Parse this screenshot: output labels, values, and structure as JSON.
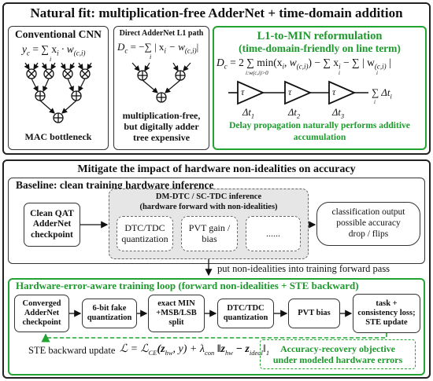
{
  "title": "Natural fit: multiplication-free AdderNet + time-domain addition",
  "top": {
    "cnn": {
      "title": "Conventional CNN",
      "formula_lhs": "y",
      "formula_lhs_sub": "c",
      "formula_rhs": "= ∑ x",
      "formula_rhs_sub": "i",
      "formula_rhs_tail": "· w",
      "formula_rhs_tail_sub": "(c,i)",
      "formula_sum_index": "i",
      "caption": "MAC bottleneck"
    },
    "addernet": {
      "title": "Direct AdderNet L1 path",
      "formula_lhs": "D",
      "formula_lhs_sub": "c",
      "formula_rhs": "= −∑ | x",
      "formula_rhs_sub": "i",
      "formula_rhs_tail": "− w",
      "formula_rhs_tail_sub": "(c,i)",
      "formula_rhs_end": "|",
      "formula_sum_index": "i",
      "caption_line1": "multiplication-free,",
      "caption_line2": "but digitally adder",
      "caption_line3": "tree expensive"
    },
    "l1min": {
      "title_line1": "L1-to-MIN reformulation",
      "title_line2": "(time-domain-friendly on line term)",
      "formula": "D",
      "formula_sub": "c",
      "formula_rest": "= 2 ∑ min(x",
      "formula_rest2": ", w",
      "formula_rest3": ") − ∑ x",
      "formula_rest4": " − ∑ | w",
      "formula_rest5": " |",
      "sum_index_1": "i:w(c,i)>0",
      "sum_index_2": "i",
      "sum_index_3": "i",
      "delays": [
        "Δt1",
        "Δt2",
        "Δt3"
      ],
      "delay_labels": [
        {
          "main": "Δt",
          "sub": "1"
        },
        {
          "main": "Δt",
          "sub": "2"
        },
        {
          "main": "Δt",
          "sub": "3"
        }
      ],
      "tau": "τ",
      "sum_delay": "∑ Δt",
      "sum_delay_sub": "i",
      "sum_delay_index": "i",
      "caption_line1": "Delay propagation naturally performs additive",
      "caption_line2": "accumulation"
    }
  },
  "bottom": {
    "title": "Mitigate the impact of hardware non-idealities on accuracy",
    "baseline": {
      "title": "Baseline: clean training  hardware inference",
      "checkpoint": "Clean QAT AdderNet checkpoint",
      "checkpoint_lines": [
        "Clean QAT",
        "AdderNet",
        "checkpoint"
      ],
      "dm_title_line1": "DM-DTC / SC-TDC inference",
      "dm_title_line2": "(hardware forward with non-idealities)",
      "items": [
        {
          "line1": "DTC/TDC",
          "line2": "quantization"
        },
        {
          "line1": "PVT gain /",
          "line2": "bias"
        },
        {
          "line1": "......",
          "line2": ""
        }
      ],
      "output_lines": [
        "classification output",
        "possible accuracy",
        "drop / flips"
      ]
    },
    "put_label": "put non-idealities into training forward pass",
    "hw_loop": {
      "title": "Hardware-error-aware training loop (forward non-idealities + STE backward)",
      "steps": [
        {
          "lines": [
            "Converged",
            "AdderNet",
            "checkpoint"
          ]
        },
        {
          "lines": [
            "6-bit fake",
            "quantization"
          ]
        },
        {
          "lines": [
            "exact MIN",
            "+MSB/LSB",
            "split"
          ]
        },
        {
          "lines": [
            "DTC/TDC",
            "quantization"
          ]
        },
        {
          "lines": [
            "PVT bias"
          ]
        },
        {
          "lines": [
            "task +",
            "consistency loss;",
            "STE update"
          ]
        }
      ],
      "ste_label": "STE backward update",
      "ste_formula": "ℒ = ℒ",
      "ste_formula_sub": "CE",
      "ste_formula_rest": "(z",
      "ste_formula_sub2": "hw",
      "ste_formula_rest2": ", y) + λ",
      "ste_formula_sub3": "con",
      "ste_formula_rest3": " ‖z",
      "ste_formula_sub4": "hw",
      "ste_formula_rest4": " − z",
      "ste_formula_sub5": "ideal",
      "ste_formula_rest5": "‖",
      "ste_formula_sub6": "1",
      "objective_line1": "Accuracy-recovery objective",
      "objective_line2": "under modeled hardware errors"
    }
  },
  "colors": {
    "green": "#22a332",
    "grey_fill": "#e6e6e6",
    "border": "#222222"
  }
}
